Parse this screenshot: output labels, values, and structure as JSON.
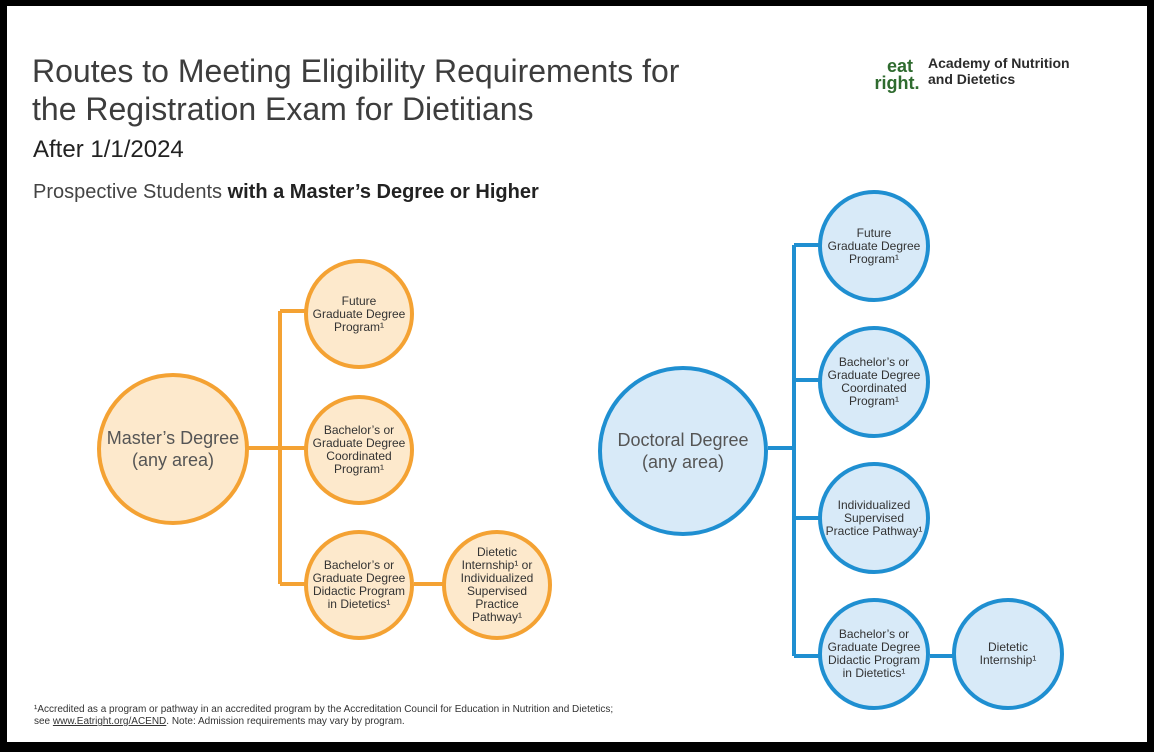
{
  "header": {
    "title_line1": "Routes to Meeting Eligibility Requirements for",
    "title_line2": "the Registration Exam for Dietitians",
    "subtitle": "After 1/1/2024",
    "audience_prefix": "Prospective Students",
    "audience_bold": "with a Master’s Degree or Higher"
  },
  "logo": {
    "mark_top": "eat",
    "mark_bottom": "right.",
    "org_line1": "Academy of Nutrition",
    "org_line2": "and Dietetics"
  },
  "left": {
    "root": "Master’s Degree\n(any area)",
    "children": [
      "Future\nGraduate Degree\nProgram¹",
      "Bachelor’s or\nGraduate Degree\nCoordinated\nProgram¹",
      "Bachelor’s or\nGraduate Degree\nDidactic Program\nin Dietetics¹"
    ],
    "final": "Dietetic\nInternship¹ or\nIndividualized\nSupervised\nPractice\nPathway¹"
  },
  "right": {
    "root": "Doctoral Degree\n(any area)",
    "children": [
      "Future\nGraduate Degree\nProgram¹",
      "Bachelor’s or\nGraduate Degree\nCoordinated\nProgram¹",
      "Individualized\nSupervised\nPractice Pathway¹",
      "Bachelor’s or\nGraduate Degree\nDidactic Program\nin Dietetics¹"
    ],
    "final": "Dietetic\nInternship¹"
  },
  "footnote": {
    "line1": "¹Accredited as a program or pathway in an accredited program by the Accreditation Council for Education in Nutrition and Dietetics;",
    "see": "see ",
    "link": "www.Eatright.org/ACEND",
    "rest": ". Note: Admission requirements may vary by program."
  },
  "colors": {
    "orange": "#f4a233",
    "orange_fill": "#fde9cc",
    "blue": "#1f8fd1",
    "blue_fill": "#d8eaf8"
  }
}
